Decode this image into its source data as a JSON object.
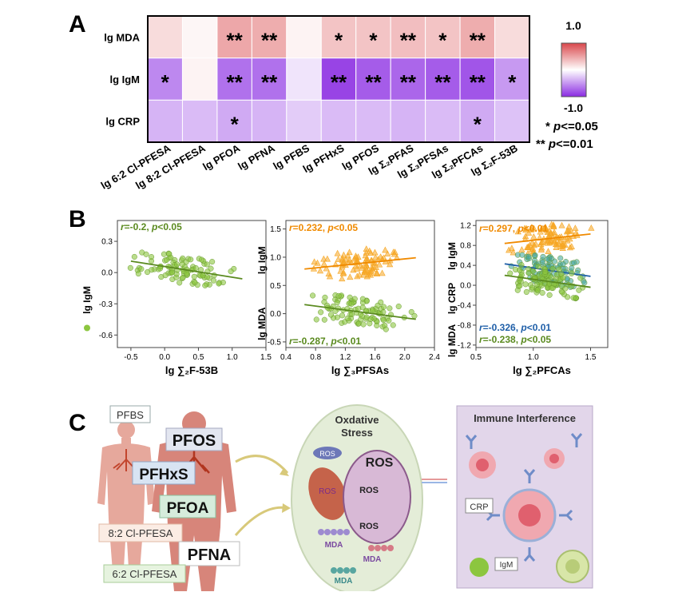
{
  "panels": {
    "a": "A",
    "b": "B",
    "c": "C"
  },
  "chart_data": [
    {
      "type": "heatmap",
      "rows": [
        "lg MDA",
        "lg IgM",
        "lg CRP"
      ],
      "columns": [
        "lg 6:2 Cl-PFESA",
        "lg 8:2 Cl-PFESA",
        "lg PFOA",
        "lg PFNA",
        "lg PFBS",
        "lg PFHxS",
        "lg PFOS",
        "lg Σ2PFAS",
        "lg Σ3PFSAs",
        "lg Σ2PFCAs",
        "lg Σ2F-53B"
      ],
      "column_labels": [
        "lg 6:2 Cl-PFESA",
        "lg 8:2 Cl-PFESA",
        "lg PFOA",
        "lg PFNA",
        "lg PFBS",
        "lg PFHxS",
        "lg PFOS",
        "lg Σ₂PFAS",
        "lg Σ₃PFSAs",
        "lg Σ₂PFCAs",
        "lg Σ₂F-53B"
      ],
      "values": [
        [
          0.12,
          0.03,
          0.3,
          0.28,
          0.04,
          0.2,
          0.2,
          0.22,
          0.2,
          0.28,
          0.12
        ],
        [
          -0.35,
          0.04,
          -0.42,
          -0.42,
          -0.08,
          -0.55,
          -0.48,
          -0.45,
          -0.48,
          -0.5,
          -0.3
        ],
        [
          -0.22,
          -0.2,
          -0.25,
          -0.22,
          -0.15,
          -0.2,
          -0.2,
          -0.22,
          -0.2,
          -0.25,
          -0.18
        ]
      ],
      "significance": [
        [
          "",
          "",
          "**",
          "**",
          "",
          "*",
          "*",
          "**",
          "*",
          "**",
          ""
        ],
        [
          "*",
          "",
          "**",
          "**",
          "",
          "**",
          "**",
          "**",
          "**",
          "**",
          "*"
        ],
        [
          "",
          "",
          "*",
          "",
          "",
          "",
          "",
          "",
          "",
          "*",
          ""
        ]
      ],
      "colorbar": {
        "max_label": "1.0",
        "min_label": "-1.0",
        "max_color": "#d9474b",
        "mid_color": "#ffffff",
        "min_color": "#8a2be2"
      },
      "legend": [
        {
          "stars": "*",
          "p": "p",
          "cond": "<=0.05"
        },
        {
          "stars": "**",
          "p": "p",
          "cond": "<=0.01"
        }
      ]
    },
    {
      "type": "scatter",
      "xlabel": "lg ∑₂F-53B",
      "ylabel": "lg IgM",
      "xticks": [
        "-0.5",
        "0.0",
        "0.5",
        "1.0",
        "1.5"
      ],
      "yticks": [
        "0.3",
        "0.0",
        "-0.3",
        "-0.6"
      ],
      "xlim": [
        -0.7,
        1.5
      ],
      "ylim": [
        -0.72,
        0.5
      ],
      "series": [
        {
          "name": "lg IgM",
          "color": "#8cc63f",
          "marker": "circle",
          "fit": {
            "x0": -0.5,
            "y0": 0.11,
            "x1": 1.15,
            "y1": -0.06
          },
          "annotation": {
            "r": "-0.2",
            "p": "<0.05",
            "color": "#5a8a1f"
          }
        }
      ]
    },
    {
      "type": "scatter",
      "xlabel": "lg ∑₃PFSAs",
      "ylabel_parts": [
        "lg MDA",
        "lg IgM"
      ],
      "xticks": [
        "0.4",
        "0.8",
        "1.2",
        "1.6",
        "2.0",
        "2.4"
      ],
      "xtick_values": [
        0.4,
        0.8,
        1.2,
        1.6,
        2.0,
        2.4
      ],
      "yticks": [
        "1.5",
        "1.0",
        "0.5",
        "0.0",
        "-0.5"
      ],
      "xlim": [
        0.4,
        2.4
      ],
      "ylim": [
        -0.6,
        1.65
      ],
      "series": [
        {
          "name": "lg IgM",
          "color": "#f6a623",
          "marker": "triangle",
          "fit": {
            "x0": 0.65,
            "y0": 0.79,
            "x1": 2.15,
            "y1": 0.99
          },
          "annotation": {
            "r": "0.232",
            "p": "<0.05",
            "color": "#f08a00"
          }
        },
        {
          "name": "lg MDA",
          "color": "#8cc63f",
          "marker": "circle",
          "fit": {
            "x0": 0.65,
            "y0": 0.16,
            "x1": 2.15,
            "y1": -0.1
          },
          "annotation": {
            "r": "-0.287",
            "p": "<0.01",
            "color": "#5a8a1f"
          }
        }
      ]
    },
    {
      "type": "scatter",
      "xlabel": "lg ∑₂PFCAs",
      "ylabel_parts": [
        "lg MDA",
        "lg CRP",
        "lg IgM"
      ],
      "xticks": [
        "0.5",
        "1.0",
        "1.5"
      ],
      "yticks": [
        "1.2",
        "0.8",
        "0.4",
        "0.0",
        "-0.4",
        "-0.8",
        "-1.2"
      ],
      "xlim": [
        0.5,
        1.65
      ],
      "ylim": [
        -1.25,
        1.3
      ],
      "series": [
        {
          "name": "lg IgM",
          "color": "#f6a623",
          "marker": "triangle",
          "fit": {
            "x0": 0.75,
            "y0": 0.84,
            "x1": 1.5,
            "y1": 1.03
          },
          "annotation": {
            "r": "0.297",
            "p": "<0.01",
            "color": "#f08a00"
          }
        },
        {
          "name": "lg CRP",
          "color": "#4aa8a0",
          "marker": "circle",
          "fit": {
            "x0": 0.75,
            "y0": 0.43,
            "x1": 1.5,
            "y1": 0.18
          },
          "annotation": {
            "r": "-0.326",
            "p": "<0.01",
            "color": "#1f5fa8"
          }
        },
        {
          "name": "lg MDA",
          "color": "#8cc63f",
          "marker": "circle",
          "fit": {
            "x0": 0.75,
            "y0": 0.2,
            "x1": 1.5,
            "y1": -0.04
          },
          "annotation": {
            "r": "-0.238",
            "p": "<0.05",
            "color": "#5a8a1f"
          }
        }
      ]
    }
  ],
  "illustration": {
    "compounds": [
      "PFBS",
      "PFOS",
      "PFHxS",
      "PFOA",
      "8:2 Cl-PFESA",
      "PFNA",
      "6:2 Cl-PFESA"
    ],
    "stress_title_1": "Oxdative",
    "stress_title_2": "Stress",
    "ros": "ROS",
    "mda": "MDA",
    "immune_title": "Immune Interference",
    "crp": "CRP",
    "igm": "IgM"
  }
}
